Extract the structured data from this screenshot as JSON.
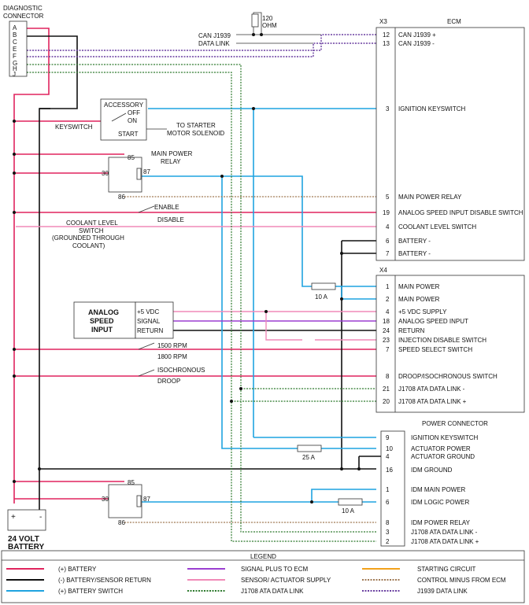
{
  "diag": {
    "title1": "DIAGNOSTIC",
    "title2": "CONNECTOR",
    "pins": [
      "A",
      "B",
      "C",
      "E",
      "F",
      "G",
      "H",
      "J"
    ]
  },
  "resistor": {
    "value": "120",
    "unit": "OHM"
  },
  "can": {
    "line1": "CAN J1939",
    "line2": "DATA LINK"
  },
  "ecm": {
    "x3": "X3",
    "title": "ECM",
    "x3_pins": [
      {
        "num": "12",
        "label": "CAN J1939 +"
      },
      {
        "num": "13",
        "label": "CAN J1939 -"
      },
      {
        "num": "3",
        "label": "IGNITION KEYSWITCH"
      },
      {
        "num": "5",
        "label": "MAIN POWER RELAY"
      },
      {
        "num": "19",
        "label": "ANALOG SPEED INPUT DISABLE SWITCH"
      },
      {
        "num": "4",
        "label": "COOLANT LEVEL  SWITCH"
      },
      {
        "num": "6",
        "label": "BATTERY -"
      },
      {
        "num": "7",
        "label": "BATTERY -"
      }
    ],
    "x4": "X4",
    "x4_pins": [
      {
        "num": "1",
        "label": "MAIN POWER"
      },
      {
        "num": "2",
        "label": "MAIN POWER"
      },
      {
        "num": "4",
        "label": "+5 VDC SUPPLY"
      },
      {
        "num": "18",
        "label": "ANALOG SPEED INPUT"
      },
      {
        "num": "24",
        "label": "RETURN"
      },
      {
        "num": "23",
        "label": "INJECTION DISABLE SWITCH"
      },
      {
        "num": "7",
        "label": "SPEED SELECT SWITCH"
      },
      {
        "num": "8",
        "label": "DROOP/ISOCHRONOUS SWITCH"
      },
      {
        "num": "21",
        "label": "J1708 ATA DATA LINK -"
      },
      {
        "num": "20",
        "label": "J1708 ATA DATA LINK +"
      }
    ]
  },
  "keyswitch": {
    "accessory": "ACCESSORY",
    "off": "OFF",
    "on": "ON",
    "start": "START",
    "label": "KEYSWITCH",
    "to1": "TO STARTER",
    "to2": "MOTOR SOLENOID"
  },
  "relay1": {
    "line1": "MAIN POWER",
    "line2": "RELAY",
    "p85": "85",
    "p30": "30",
    "p87": "87",
    "p86": "86"
  },
  "enable": {
    "enable": "ENABLE",
    "disable": "DISABLE"
  },
  "coolant": {
    "l1": "COOLANT LEVEL",
    "l2": "SWITCH",
    "l3": "(GROUNDED THROUGH",
    "l4": "COOLANT)"
  },
  "analog": {
    "l1": "ANALOG",
    "l2": "SPEED",
    "l3": "INPUT",
    "p1": "+5 VDC",
    "p2": "SIGNAL",
    "p3": "RETURN"
  },
  "fuse1": "10 A",
  "fuse2": "25 A",
  "fuse3": "10 A",
  "rpm": {
    "a": "1500 RPM",
    "b": "1800 RPM"
  },
  "droop": {
    "a": "ISOCHRONOUS",
    "b": "DROOP"
  },
  "power": {
    "title": "POWER CONNECTOR",
    "pins": [
      {
        "num": "9",
        "label": "IGNITION KEYSWITCH"
      },
      {
        "num": "10",
        "label": "ACTUATOR POWER"
      },
      {
        "num": "4",
        "label": "ACTUATOR GROUND"
      },
      {
        "num": "16",
        "label": "IDM GROUND"
      },
      {
        "num": "1",
        "label": "IDM MAIN POWER"
      },
      {
        "num": "6",
        "label": "IDM LOGIC POWER"
      },
      {
        "num": "8",
        "label": "IDM POWER RELAY"
      },
      {
        "num": "3",
        "label": "J1708 ATA DATA LINK -"
      },
      {
        "num": "2",
        "label": "J1708 ATA DATA LINK +"
      }
    ]
  },
  "relay2": {
    "p85": "85",
    "p30": "30",
    "p87": "87",
    "p86": "86"
  },
  "battery": {
    "plus": "+",
    "minus": "-",
    "l1": "24 VOLT",
    "l2": "BATTERY"
  },
  "legend": {
    "title": "LEGEND",
    "items": [
      {
        "label": "(+) BATTERY",
        "color": "#e0245e"
      },
      {
        "label": "SIGNAL PLUS TO ECM",
        "color": "#9b3fd1"
      },
      {
        "label": "STARTING CIRCUIT",
        "color": "#f2a21b"
      },
      {
        "label": "(-) BATTERY/SENSOR RETURN",
        "color": "#111111"
      },
      {
        "label": "SENSOR/ ACTUATOR SUPPLY",
        "color": "#f08ab8"
      },
      {
        "label": "CONTROL MINUS FROM ECM",
        "color": "#a07a55"
      },
      {
        "label": "(+) BATTERY SWITCH",
        "color": "#1fa3e0"
      },
      {
        "label": "J1708 ATA DATA LINK",
        "color": "#2e7a2e"
      },
      {
        "label": "J1939 DATA LINK",
        "color": "#6a3fa0"
      }
    ]
  }
}
